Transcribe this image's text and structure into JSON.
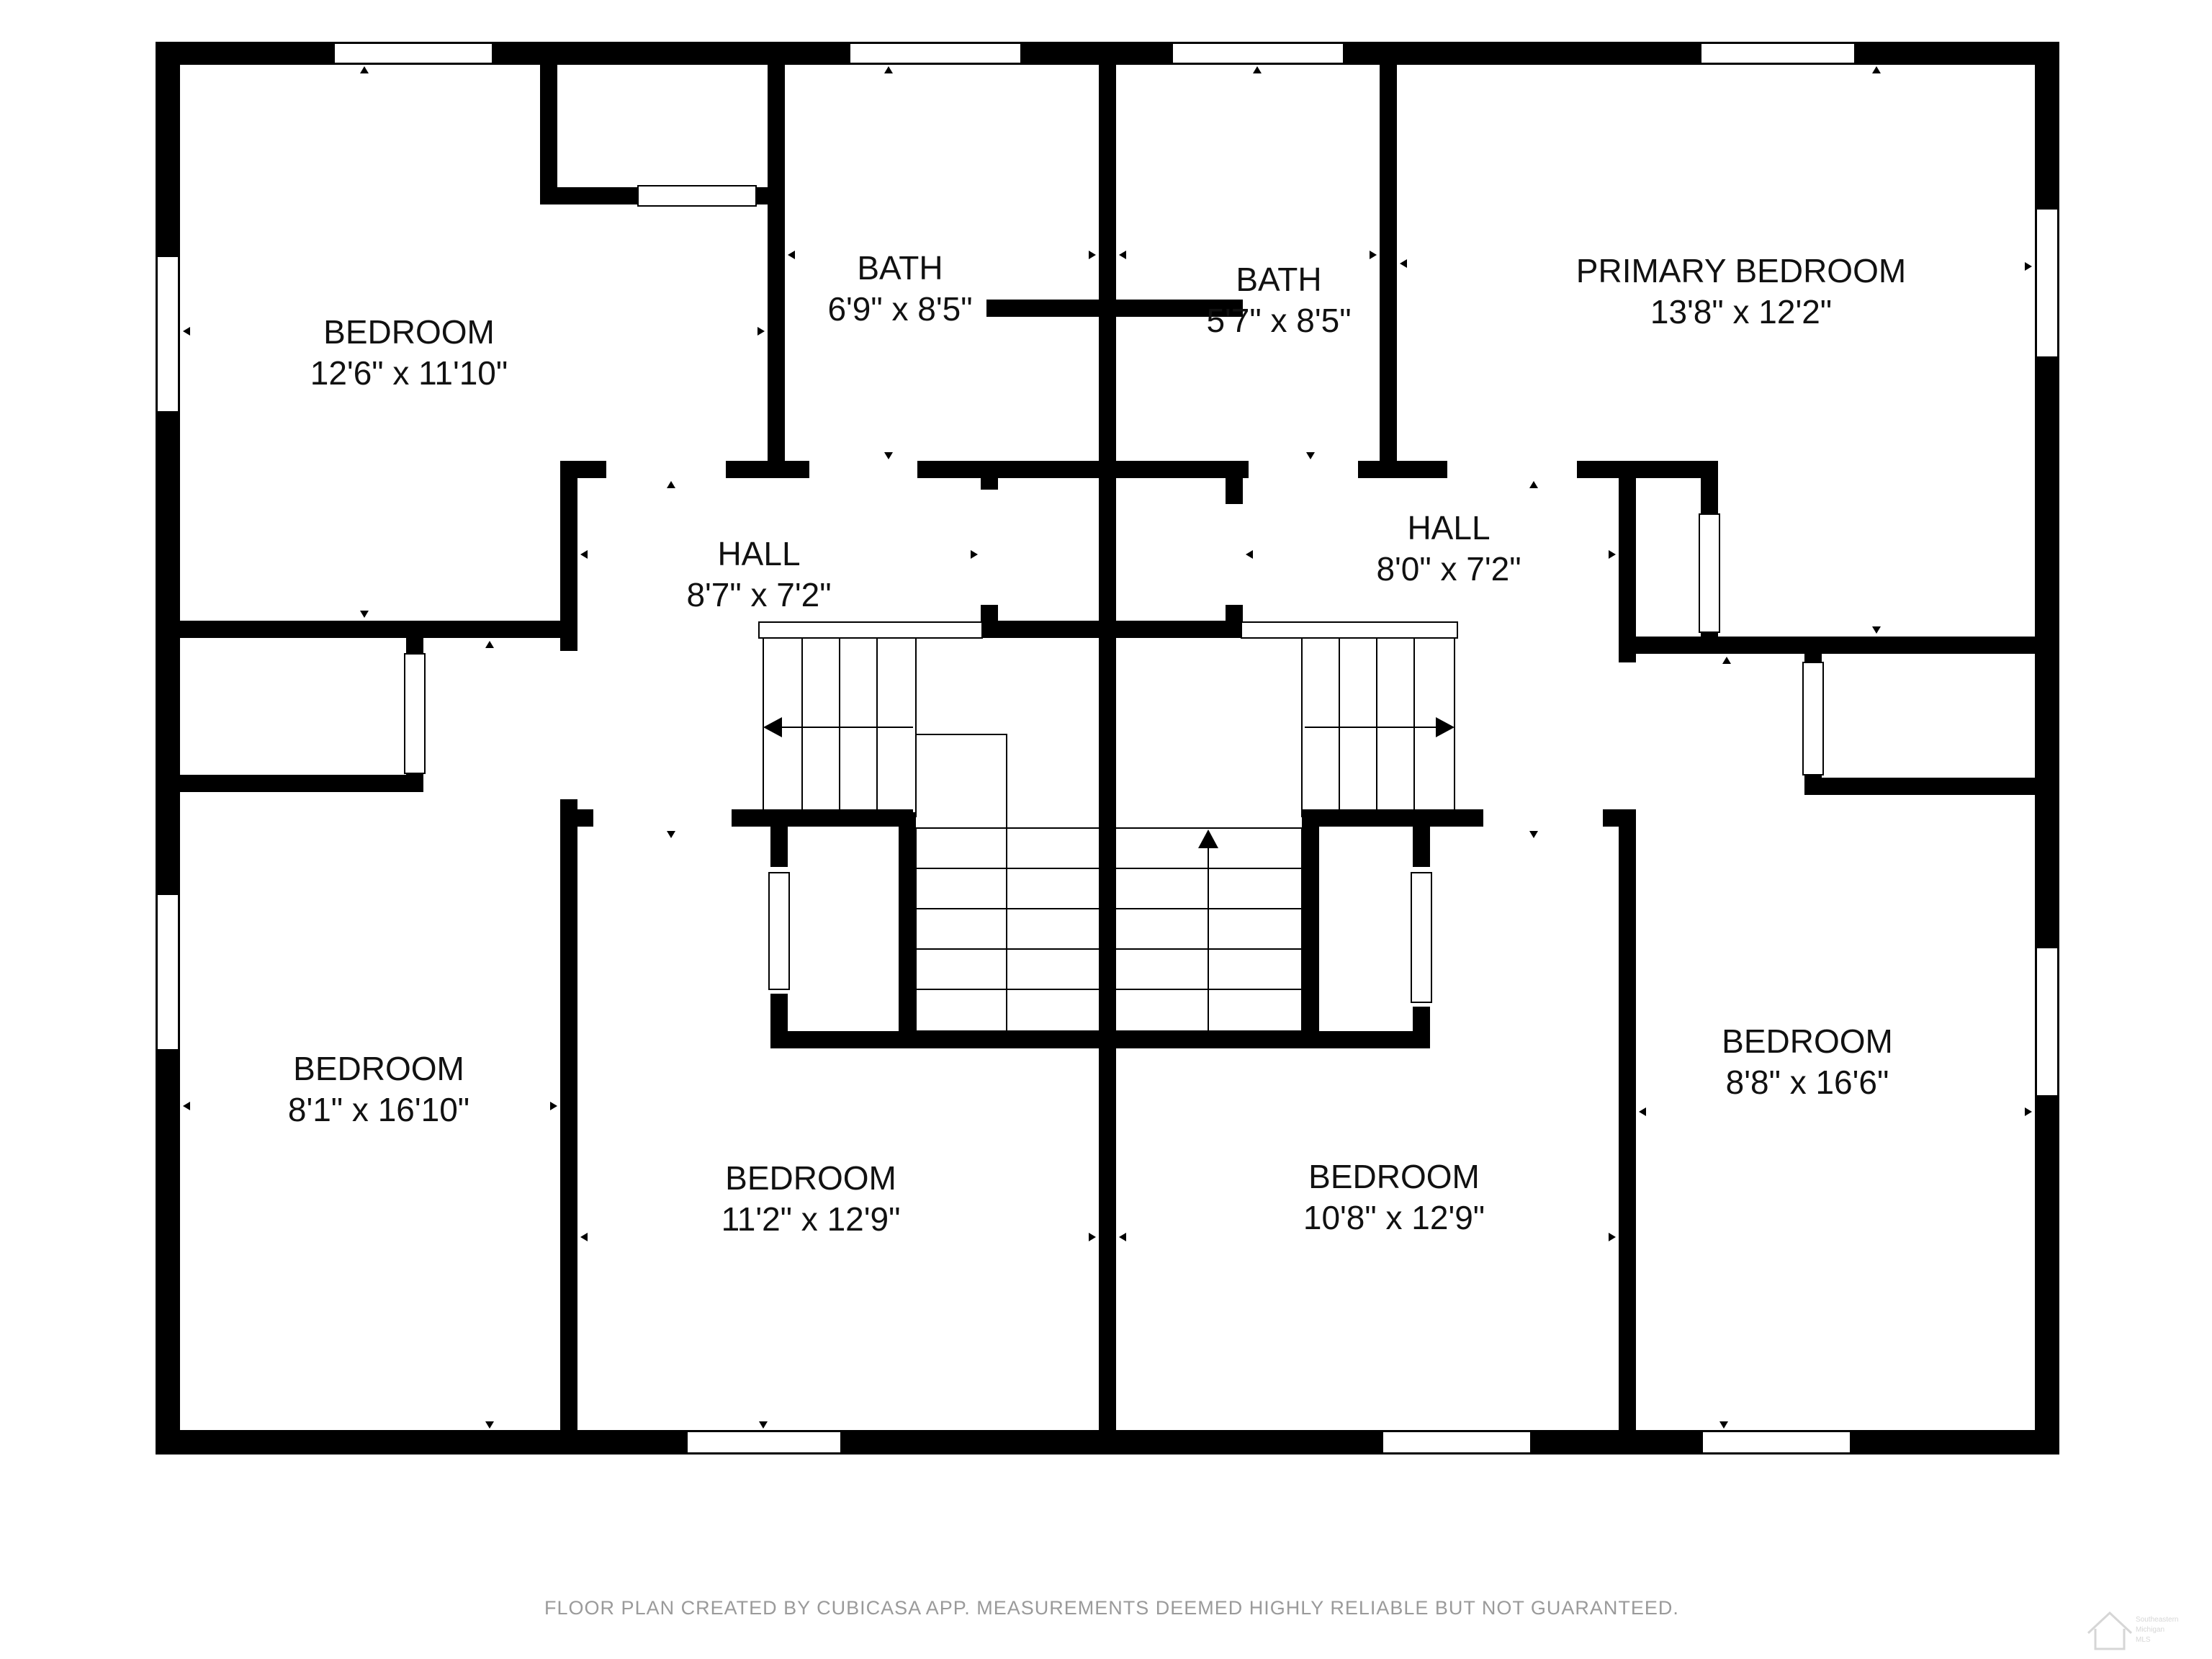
{
  "rooms": [
    {
      "id": "bedroom-nw",
      "name": "BEDROOM",
      "dims": "12'6\" x 11'10\""
    },
    {
      "id": "bath-1",
      "name": "BATH",
      "dims": "6'9\" x 8'5\""
    },
    {
      "id": "bath-2",
      "name": "BATH",
      "dims": "5'7\" x 8'5\""
    },
    {
      "id": "primary-bedroom",
      "name": "PRIMARY BEDROOM",
      "dims": "13'8\" x 12'2\""
    },
    {
      "id": "hall-west",
      "name": "HALL",
      "dims": "8'7\" x 7'2\""
    },
    {
      "id": "hall-east",
      "name": "HALL",
      "dims": "8'0\" x 7'2\""
    },
    {
      "id": "bedroom-west",
      "name": "BEDROOM",
      "dims": "8'1\" x 16'10\""
    },
    {
      "id": "bedroom-center-left",
      "name": "BEDROOM",
      "dims": "11'2\" x 12'9\""
    },
    {
      "id": "bedroom-center-right",
      "name": "BEDROOM",
      "dims": "10'8\" x 12'9\""
    },
    {
      "id": "bedroom-east",
      "name": "BEDROOM",
      "dims": "8'8\" x 16'6\""
    }
  ],
  "footer": {
    "disclaimer": "FLOOR PLAN CREATED BY CUBICASA APP. MEASUREMENTS DEEMED HIGHLY RELIABLE BUT NOT GUARANTEED."
  },
  "watermark": {
    "line1": "Southeastern",
    "line2": "Michigan",
    "line3": "MLS"
  },
  "colors": {
    "wall": "#000000",
    "window": "#ffffff",
    "text": "#111111",
    "disclaimer": "#9a9a9a"
  }
}
